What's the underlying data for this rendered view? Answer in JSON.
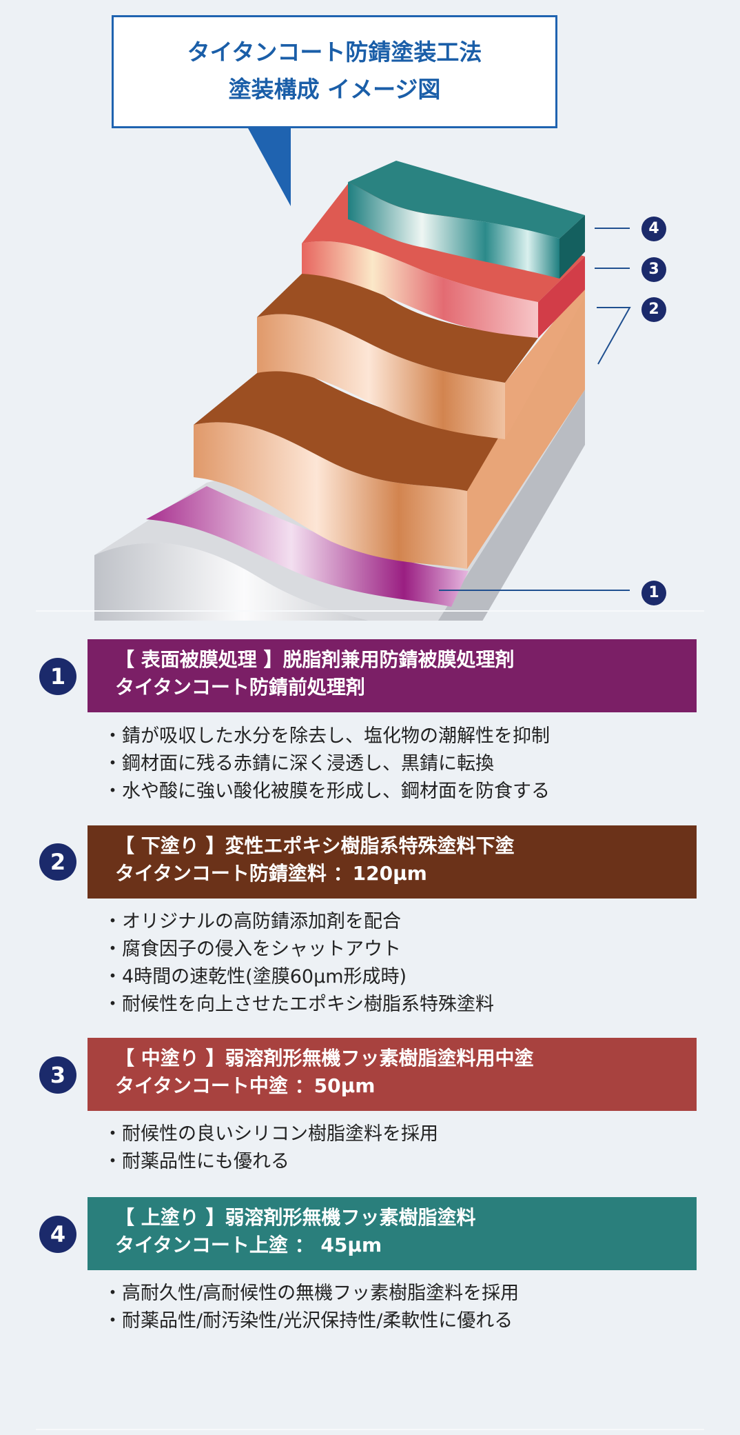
{
  "title": {
    "line1": "タイタンコート防錆塗装工法",
    "line2": "塗装構成 イメージ図"
  },
  "diagram_labels": [
    "1",
    "2",
    "3",
    "4"
  ],
  "sections": [
    {
      "num": "1",
      "color": "#7b1f66",
      "header1": "【 表面被膜処理 】脱脂剤兼用防錆被膜処理剤",
      "header2": "タイタンコート防錆前処理剤",
      "bullets": [
        "・錆が吸収した水分を除去し、塩化物の潮解性を抑制",
        "・鋼材面に残る赤錆に深く浸透し、黒錆に転換",
        "・水や酸に強い酸化被膜を形成し、鋼材面を防食する"
      ]
    },
    {
      "num": "2",
      "color": "#6b3219",
      "header1": "【 下塗り 】変性エポキシ樹脂系特殊塗料下塗",
      "header2": "タイタンコート防錆塗料 ：120μm",
      "bullets": [
        "・オリジナルの高防錆添加剤を配合",
        "・腐食因子の侵入をシャットアウト",
        "・4時間の速乾性(塗膜60μm形成時)",
        "・耐候性を向上させたエポキシ樹脂系特殊塗料"
      ]
    },
    {
      "num": "3",
      "color": "#a8423f",
      "header1": "【 中塗り 】弱溶剤形無機フッ素樹脂塗料用中塗",
      "header2": "タイタンコート中塗 ：50μm",
      "bullets": [
        "・耐候性の良いシリコン樹脂塗料を採用",
        "・耐薬品性にも優れる"
      ]
    },
    {
      "num": "4",
      "color": "#2a7f7c",
      "header1": "【 上塗り 】弱溶剤形無機フッ素樹脂塗料",
      "header2": "タイタンコート上塗 ： 45μm",
      "bullets": [
        "・高耐久性/高耐候性の無機フッ素樹脂塗料を採用",
        "・耐薬品性/耐汚染性/光沢保持性/柔軟性に優れる"
      ]
    }
  ]
}
